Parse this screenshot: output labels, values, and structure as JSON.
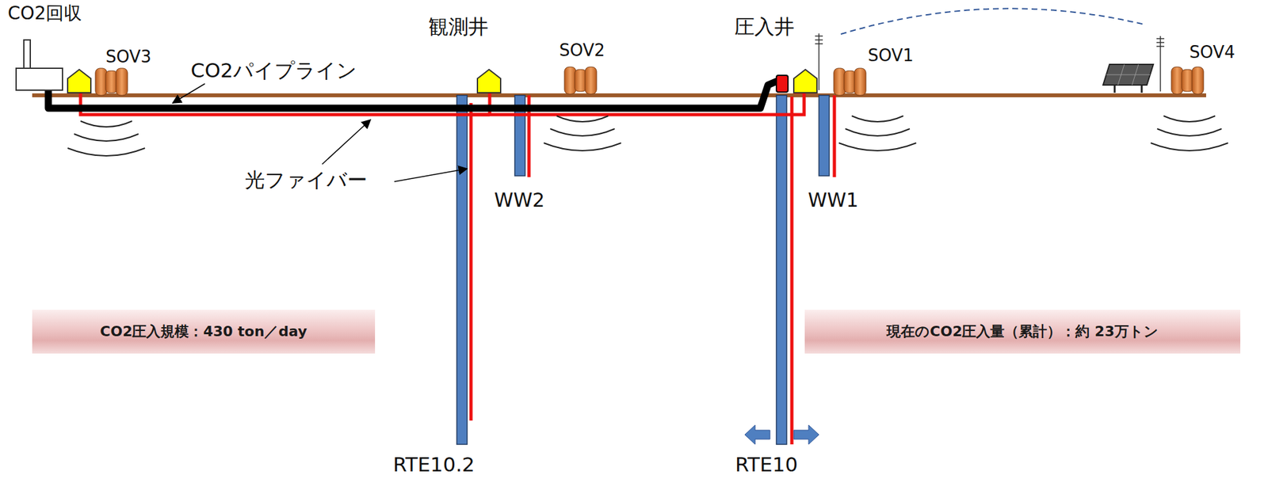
{
  "diagram": {
    "nodes": [
      {
        "text": [
          "CO2圧入規模：430 ton／day"
        ]
      },
      {
        "text": [
          "現在のCO2圧入量（累計）：約 23万トン"
        ]
      }
    ],
    "labels": [
      "CO2回収",
      "SOV3",
      "CO2パイプライン",
      "観測井",
      "SOV2",
      "圧入井",
      "SOV1",
      "SOV4",
      "光ファイバー",
      "WW2",
      "WW1",
      "RTE10.2",
      "RTE10"
    ]
  }
}
